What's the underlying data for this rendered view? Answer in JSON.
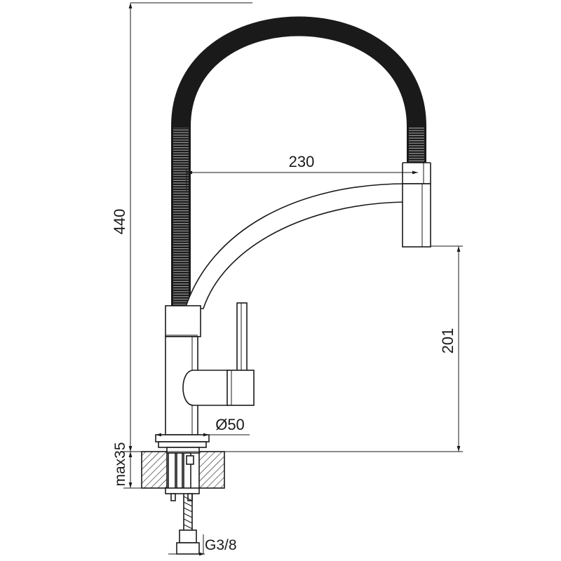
{
  "drawing": {
    "dimensions": {
      "total_height": "440",
      "reach": "230",
      "spout_height": "201",
      "base_diameter": "Ø50",
      "max_deck_thickness": "max35",
      "connection_thread": "G3/8"
    }
  }
}
